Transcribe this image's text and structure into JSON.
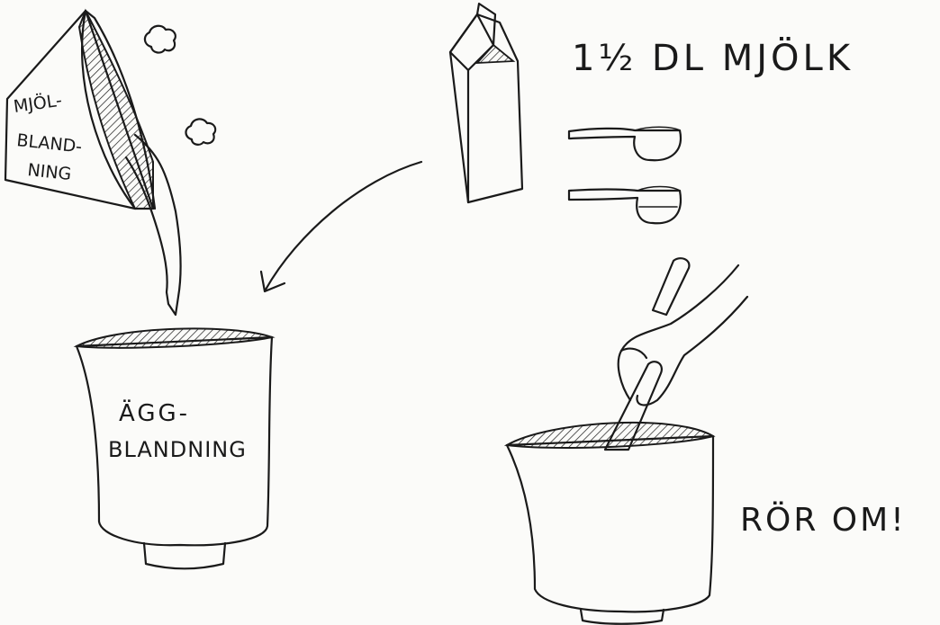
{
  "texts": {
    "milk_amount": "1½ DL MJÖLK",
    "flour_label_line1": "MJÖL-",
    "flour_label_line2": "BLAND-",
    "flour_label_line3": "NING",
    "egg_label_line1": "ÄGG-",
    "egg_label_line2": "BLANDNING",
    "stir_instruction": "RÖR OM!"
  },
  "colors": {
    "ink": "#1a1a1a",
    "paper": "#fbfbf9"
  }
}
